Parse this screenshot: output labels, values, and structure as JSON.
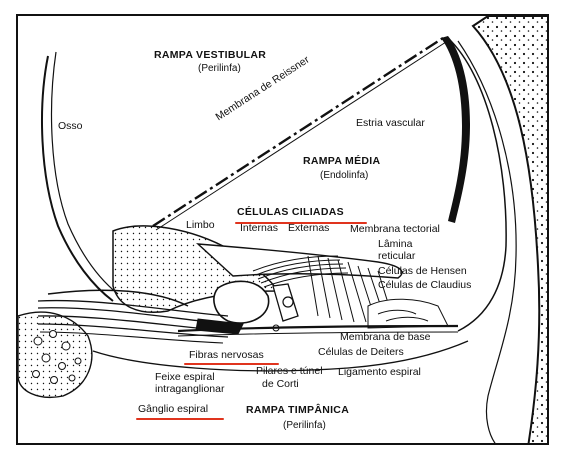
{
  "labels": {
    "rampa_vestibular": "RAMPA VESTIBULAR",
    "perilinfa_top": "(Perilinfa)",
    "osso": "Osso",
    "membrana_reissner": "Membrana de Reissner",
    "estria_vascular": "Estria vascular",
    "rampa_media": "RAMPA MÉDIA",
    "endolinfa": "(Endolinfa)",
    "celulas_ciliadas": "CÉLULAS CILIADAS",
    "limbo": "Limbo",
    "internas": "Internas",
    "externas": "Externas",
    "membrana_tectorial": "Membrana tectorial",
    "lamina_reticular_1": "Lâmina",
    "lamina_reticular_2": "reticular",
    "celulas_hensen": "Células de Hensen",
    "celulas_claudius": "Células de Claudius",
    "membrana_base": "Membrana de base",
    "celulas_deiters": "Células de Deiters",
    "fibras_nervosas": "Fibras nervosas",
    "feixe_espiral_1": "Feixe espiral",
    "feixe_espiral_2": "intraganglionar",
    "pilares_1": "Pilares e túnel",
    "pilares_2": "de Corti",
    "ligamento_espiral": "Ligamento espiral",
    "ganglio_espiral": "Gânglio espiral",
    "rampa_timpanica": "RAMPA TIMPÂNICA",
    "perilinfa_bottom": "(Perilinfa)"
  },
  "colors": {
    "ink": "#111111",
    "highlight": "#e0341e",
    "paper": "#ffffff"
  }
}
